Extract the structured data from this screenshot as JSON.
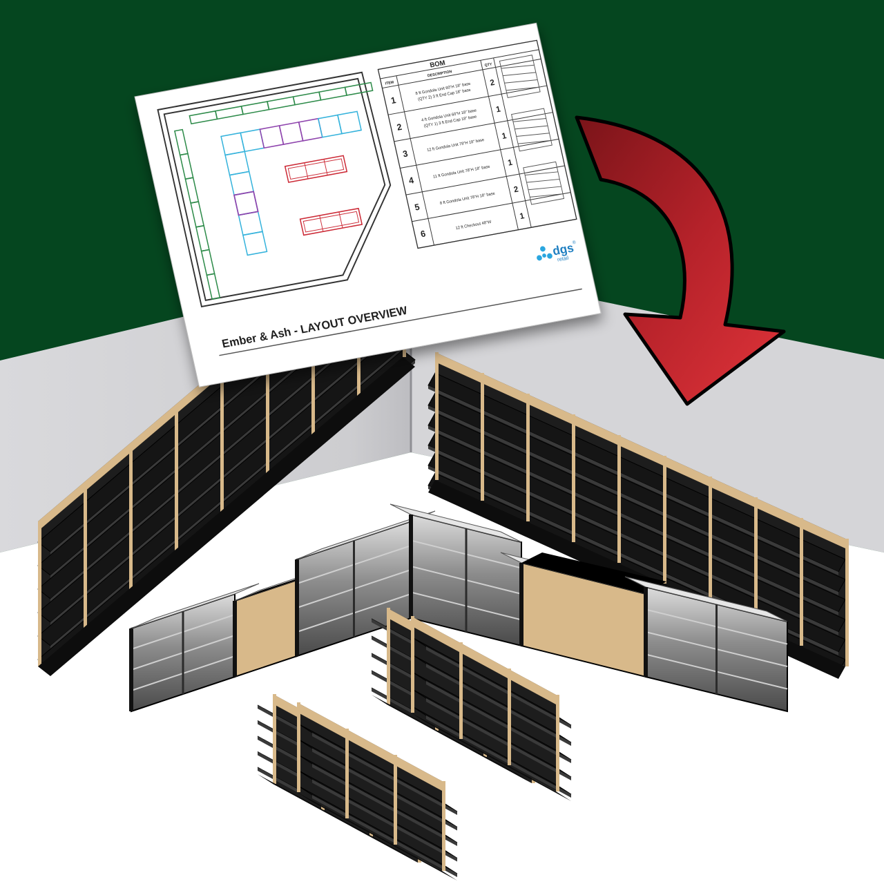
{
  "sheet": {
    "title": "Ember & Ash - LAYOUT OVERVIEW",
    "logo": {
      "name": "dgs",
      "mark": "®",
      "sub": "retail",
      "icon": "dgs-logo-icon"
    }
  },
  "bom": {
    "title": "BOM",
    "columns": {
      "item": "ITEM",
      "description": "DESCRIPTION",
      "qty": "QTY"
    },
    "rows": [
      {
        "item": "1",
        "lines": [
          "8 ft Gondola Unit 60\"H 18\" base",
          "(QTY 2) 3 ft End Cap 18\" base"
        ],
        "qty": "2"
      },
      {
        "item": "2",
        "lines": [
          "4 ft Gondola Unit 60\"H 18\" base",
          "(QTY 1) 3 ft End Cap 18\" base"
        ],
        "qty": "1"
      },
      {
        "item": "3",
        "lines": [
          "12 ft Gondola Unit 78\"H 18\" base"
        ],
        "qty": "1"
      },
      {
        "item": "4",
        "lines": [
          "11 ft Gondola Unit 78\"H 18\" base"
        ],
        "qty": "1"
      },
      {
        "item": "5",
        "lines": [
          "8 ft Gondola Unit 78\"H 18\" base"
        ],
        "qty": "2"
      },
      {
        "item": "6",
        "lines": [
          "12 ft Checkout 48\"W"
        ],
        "qty": "1"
      }
    ]
  },
  "colors": {
    "wall_green": "#05461f",
    "wall_gray": "#d9d9dc",
    "floor": "#ffffff",
    "shelf_black": "#151515",
    "upright_wood": "#d8b98a",
    "arrow_red": "#c9252a",
    "plan_green": "#2e8b4a",
    "plan_cyan": "#36b3dc",
    "plan_purple": "#8e44ad",
    "plan_red": "#cc2a36",
    "glass": "#8a8a8a"
  }
}
